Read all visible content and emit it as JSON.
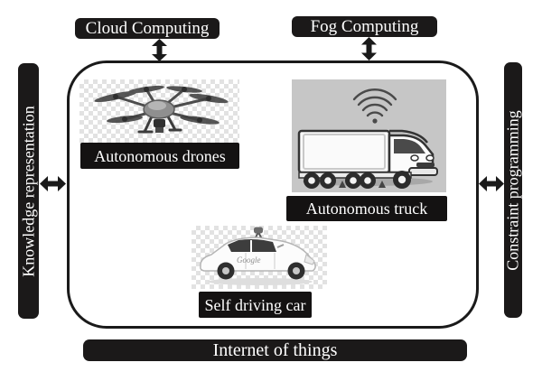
{
  "colors": {
    "bar_bg": "#1b1919",
    "bar_text": "#ffffff",
    "box_border": "#1a1a1a",
    "truck_image_bg": "#c6c6c6",
    "checker_gray": "#e2e2e2"
  },
  "labels": {
    "cloud": "Cloud Computing",
    "fog": "Fog Computing",
    "knowledge": "Knowledge representation",
    "constraint": "Constraint programming",
    "iot": "Internet of things"
  },
  "items": [
    {
      "caption": "Autonomous drones"
    },
    {
      "caption": "Autonomous truck"
    },
    {
      "caption": "Self driving car",
      "logo": "Google"
    }
  ]
}
